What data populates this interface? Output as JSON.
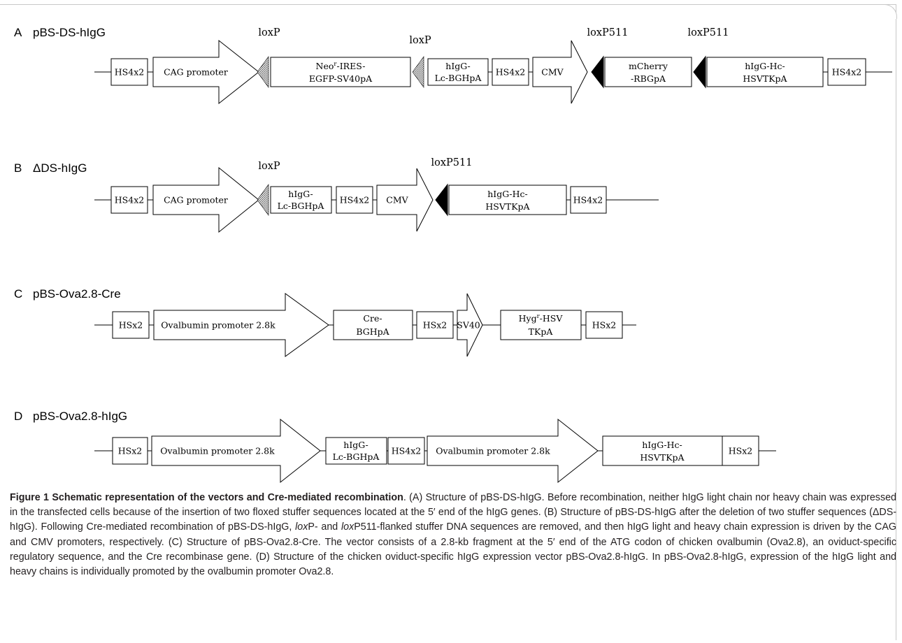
{
  "panels": {
    "A": {
      "letter": "A",
      "title": "pBS-DS-hIgG",
      "loxp_1": "loxP",
      "loxp_2": "loxP",
      "loxp511_1": "loxP511",
      "loxp511_2": "loxP511",
      "hs4x2_1": "HS4x2",
      "cag": "CAG promoter",
      "neo_1": "Neo",
      "neo_sup": "r",
      "neo_2": "-IRES-",
      "neo_3": "EGFP-SV40pA",
      "lc_1": "hIgG-",
      "lc_2": "Lc-BGHpA",
      "hs4x2_2": "HS4x2",
      "cmv": "CMV",
      "mcherry_1": "mCherry",
      "mcherry_2": "-RBGpA",
      "hc_1": "hIgG-Hc-",
      "hc_2": "HSVTKpA",
      "hs4x2_3": "HS4x2"
    },
    "B": {
      "letter": "B",
      "title": "ΔDS-hIgG",
      "loxp": "loxP",
      "loxp511": "loxP511",
      "hs4x2_1": "HS4x2",
      "cag": "CAG promoter",
      "lc_1": "hIgG-",
      "lc_2": "Lc-BGHpA",
      "hs4x2_2": "HS4x2",
      "cmv": "CMV",
      "hc_1": "hIgG-Hc-",
      "hc_2": "HSVTKpA",
      "hs4x2_3": "HS4x2"
    },
    "C": {
      "letter": "C",
      "title": "pBS-Ova2.8-Cre",
      "hsx2_1": "HSx2",
      "ova": "Ovalbumin promoter 2.8k",
      "cre_1": "Cre-",
      "cre_2": "BGHpA",
      "hsx2_2": "HSx2",
      "sv40": "SV40",
      "hyg_1": "Hyg",
      "hyg_sup": "r",
      "hyg_2": "-HSV",
      "hyg_3": "TKpA",
      "hsx2_3": "HSx2"
    },
    "D": {
      "letter": "D",
      "title": "pBS-Ova2.8-hIgG",
      "hsx2_1": "HSx2",
      "ova_1": "Ovalbumin promoter 2.8k",
      "lc_1": "hIgG-",
      "lc_2": "Lc-BGHpA",
      "hs4x2": "HS4x2",
      "ova_2": "Ovalbumin promoter 2.8k",
      "hc_1": "hIgG-Hc-",
      "hc_2": "HSVTKpA",
      "hsx2_2": "HSx2"
    }
  },
  "caption": {
    "title": "Figure 1 Schematic representation of the vectors and Cre-mediated recombination",
    "text_1": ". (A) Structure of pBS-DS-hIgG. Before recombination, neither hIgG light chain nor heavy chain was expressed in the transfected cells because of the insertion of two floxed stuffer sequences located at the 5′ end of the hIgG genes. (B) Structure of pBS-DS-hIgG after the deletion of two stuffer sequences (ΔDS-hIgG). Following Cre-mediated recombination of pBS-DS-hIgG, ",
    "lox_1": "lox",
    "text_2": "P- and ",
    "lox_2": "lox",
    "text_3": "P511-flanked stuffer DNA sequences are removed, and then hIgG light and heavy chain expression is driven by the CAG and CMV promoters, respectively. (C) Structure of pBS-Ova2.8-Cre. The vector consists of a 2.8-kb fragment at the 5′ end of the ATG codon of chicken ovalbumin (Ova2.8), an oviduct-specific regulatory sequence, and the Cre recombinase gene. (D) Structure of the chicken oviduct-specific hIgG expression vector pBS-Ova2.8-hIgG. In pBS-Ova2.8-hIgG, expression of the hIgG light and heavy chains is individually promoted by the ovalbumin promoter Ova2.8."
  }
}
